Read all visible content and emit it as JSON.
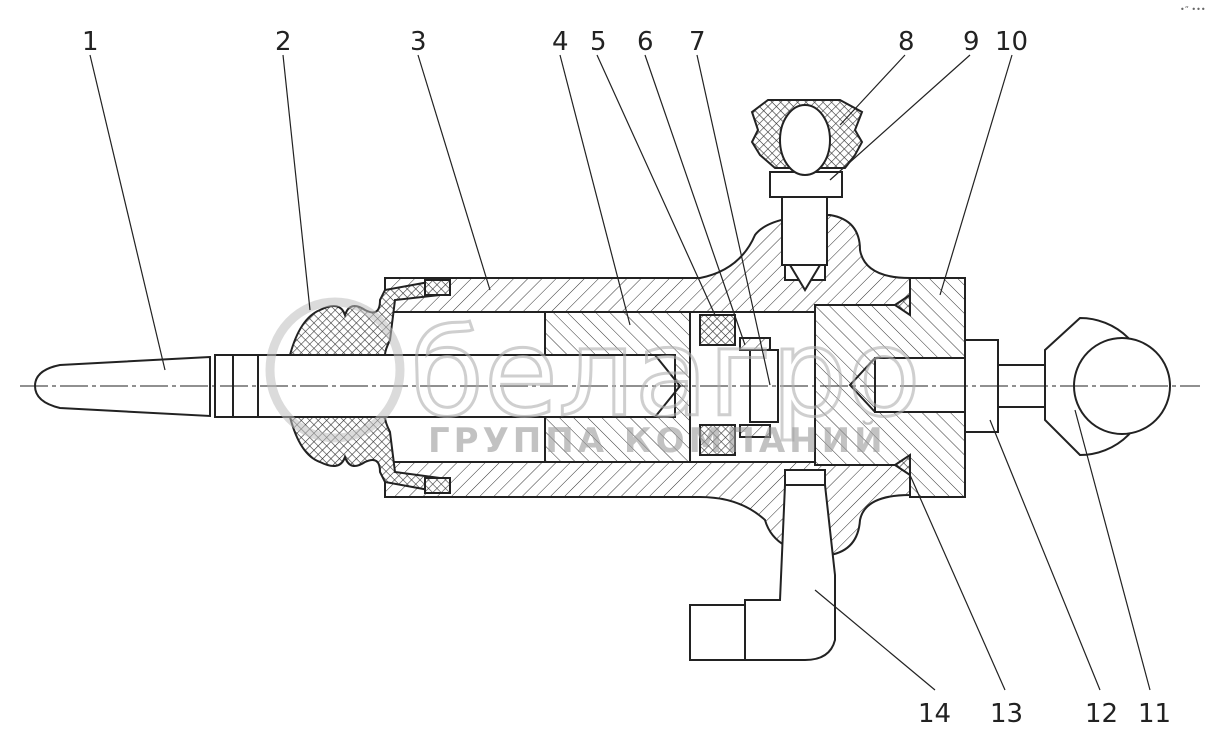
{
  "labels": {
    "p1": "1",
    "p2": "2",
    "p3": "3",
    "p4": "4",
    "p5": "5",
    "p6": "6",
    "p7": "7",
    "p8": "8",
    "p9": "9",
    "p10": "10",
    "p11": "11",
    "p12": "12",
    "p13": "13",
    "p14": "14"
  },
  "watermark": {
    "brand": "белагро",
    "subtitle": "ГРУППА КОМПАНИЙ"
  },
  "corner_mark": "•ˮ •••"
}
